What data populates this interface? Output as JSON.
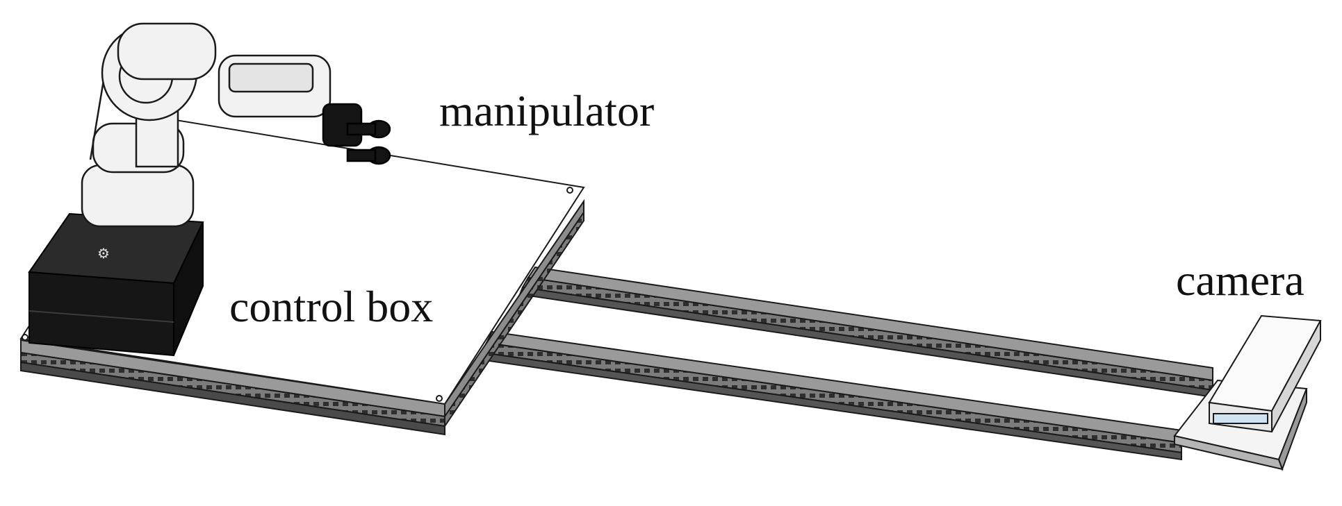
{
  "labels": {
    "manipulator": "manipulator",
    "control_box": "control box",
    "camera": "camera"
  },
  "colors": {
    "background": "#ffffff",
    "outline": "#1a1a1a",
    "rail_dark": "#3a3a3a",
    "rail_mid": "#8a8a8a",
    "box_black": "#1b1b1b",
    "camera_lens": "#cfe3f5"
  }
}
